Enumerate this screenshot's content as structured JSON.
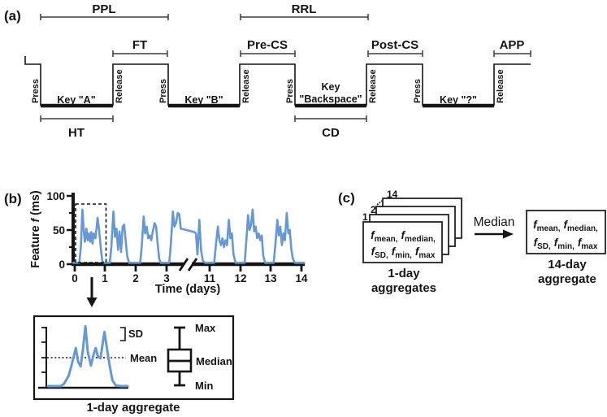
{
  "panel_a": {
    "label": "(a)",
    "press": "Press",
    "release": "Release",
    "press_color": "#00A14D",
    "release_color": "#ED3237",
    "key_a": "Key \"A\"",
    "key_b": "Key \"B\"",
    "key_bs_1": "Key",
    "key_bs_2": "\"Backspace\"",
    "key_q": "Key \"?\"",
    "ppl": "PPL",
    "rrl": "RRL",
    "ft": "FT",
    "pre_cs": "Pre-CS",
    "post_cs": "Post-CS",
    "app": "APP",
    "ht": "HT",
    "cd": "CD"
  },
  "panel_b": {
    "label": "(b)",
    "ylabel_pre": "Feature",
    "ylabel_f": "f",
    "ylabel_post": "(ms)",
    "xlabel": "Time (days)",
    "yticks": [
      "100",
      "50",
      "0"
    ],
    "xticks": [
      "0",
      "1",
      "2",
      "3",
      "11",
      "12",
      "13",
      "14"
    ],
    "curve_color": "#6598D4",
    "inset": {
      "sd": "SD",
      "mean": "Mean",
      "max": "Max",
      "median": "Median",
      "min": "Min",
      "caption": "1-day aggregate"
    }
  },
  "panel_c": {
    "label": "(c)",
    "n1": "1",
    "n2": "2",
    "dots": "...",
    "n14": "14",
    "median_label": "Median",
    "f": "f",
    "sub_mean": "mean,",
    "sub_median": "median,",
    "sub_sd": "SD,",
    "sub_min": "min,",
    "sub_max": "max",
    "left_caption_1": "1-day",
    "left_caption_2": "aggregates",
    "right_caption_1": "14-day",
    "right_caption_2": "aggregate"
  },
  "chart_data": {
    "type": "line",
    "title": "",
    "xlabel": "Time (days)",
    "ylabel": "Feature f (ms)",
    "ylim": [
      0,
      100
    ],
    "yticks": [
      0,
      50,
      100
    ],
    "xticks": [
      0,
      1,
      2,
      3,
      11,
      12,
      13,
      14
    ],
    "x_axis_break": [
      3.5,
      10.5
    ],
    "grid": false,
    "legend": false,
    "series_name": "Feature f",
    "points": [
      [
        -0.05,
        2
      ],
      [
        0.15,
        2
      ],
      [
        0.2,
        25
      ],
      [
        0.25,
        80
      ],
      [
        0.3,
        45
      ],
      [
        0.33,
        33
      ],
      [
        0.38,
        52
      ],
      [
        0.42,
        35
      ],
      [
        0.46,
        45
      ],
      [
        0.5,
        33
      ],
      [
        0.54,
        47
      ],
      [
        0.58,
        30
      ],
      [
        0.62,
        45
      ],
      [
        0.68,
        38
      ],
      [
        0.75,
        68
      ],
      [
        0.8,
        50
      ],
      [
        0.85,
        25
      ],
      [
        0.9,
        5
      ],
      [
        0.95,
        2
      ],
      [
        1.15,
        2
      ],
      [
        1.2,
        25
      ],
      [
        1.27,
        77
      ],
      [
        1.32,
        40
      ],
      [
        1.37,
        52
      ],
      [
        1.42,
        21
      ],
      [
        1.47,
        48
      ],
      [
        1.52,
        18
      ],
      [
        1.57,
        55
      ],
      [
        1.62,
        58
      ],
      [
        1.67,
        35
      ],
      [
        1.72,
        12
      ],
      [
        1.78,
        2
      ],
      [
        2.15,
        2
      ],
      [
        2.2,
        27
      ],
      [
        2.26,
        70
      ],
      [
        2.31,
        45
      ],
      [
        2.36,
        55
      ],
      [
        2.41,
        38
      ],
      [
        2.46,
        42
      ],
      [
        2.51,
        35
      ],
      [
        2.56,
        48
      ],
      [
        2.62,
        60
      ],
      [
        2.67,
        55
      ],
      [
        2.72,
        30
      ],
      [
        2.77,
        8
      ],
      [
        2.82,
        2
      ],
      [
        3.1,
        2
      ],
      [
        3.15,
        27
      ],
      [
        3.22,
        77
      ],
      [
        3.27,
        55
      ],
      [
        3.32,
        60
      ],
      [
        3.38,
        75
      ],
      [
        3.43,
        73
      ],
      [
        3.48,
        52
      ],
      [
        10.5,
        47
      ],
      [
        10.55,
        45
      ],
      [
        10.6,
        14
      ],
      [
        10.66,
        65
      ],
      [
        10.72,
        20
      ],
      [
        10.78,
        5
      ],
      [
        10.85,
        2
      ],
      [
        11.15,
        2
      ],
      [
        11.2,
        26
      ],
      [
        11.27,
        55
      ],
      [
        11.32,
        35
      ],
      [
        11.37,
        28
      ],
      [
        11.42,
        38
      ],
      [
        11.47,
        25
      ],
      [
        11.52,
        35
      ],
      [
        11.57,
        28
      ],
      [
        11.63,
        65
      ],
      [
        11.68,
        38
      ],
      [
        11.73,
        45
      ],
      [
        11.78,
        15
      ],
      [
        11.85,
        2
      ],
      [
        12.15,
        2
      ],
      [
        12.2,
        32
      ],
      [
        12.26,
        72
      ],
      [
        12.31,
        50
      ],
      [
        12.36,
        58
      ],
      [
        12.41,
        80
      ],
      [
        12.46,
        48
      ],
      [
        12.51,
        55
      ],
      [
        12.56,
        38
      ],
      [
        12.61,
        45
      ],
      [
        12.66,
        35
      ],
      [
        12.71,
        42
      ],
      [
        12.76,
        12
      ],
      [
        12.82,
        2
      ],
      [
        13.1,
        2
      ],
      [
        13.16,
        30
      ],
      [
        13.22,
        65
      ],
      [
        13.27,
        42
      ],
      [
        13.32,
        55
      ],
      [
        13.37,
        28
      ],
      [
        13.42,
        45
      ],
      [
        13.47,
        35
      ],
      [
        13.53,
        75
      ],
      [
        13.58,
        45
      ],
      [
        13.63,
        50
      ],
      [
        13.68,
        22
      ],
      [
        13.73,
        8
      ],
      [
        13.8,
        2
      ],
      [
        14.1,
        2
      ]
    ],
    "inset_points": [
      [
        0,
        0
      ],
      [
        0.16,
        0
      ],
      [
        0.2,
        3
      ],
      [
        0.26,
        14
      ],
      [
        0.3,
        30
      ],
      [
        0.35,
        52
      ],
      [
        0.38,
        33
      ],
      [
        0.41,
        27
      ],
      [
        0.44,
        50
      ],
      [
        0.47,
        82
      ],
      [
        0.5,
        47
      ],
      [
        0.54,
        28
      ],
      [
        0.57,
        42
      ],
      [
        0.6,
        52
      ],
      [
        0.63,
        40
      ],
      [
        0.66,
        38
      ],
      [
        0.69,
        60
      ],
      [
        0.71,
        74
      ],
      [
        0.74,
        52
      ],
      [
        0.78,
        25
      ],
      [
        0.81,
        8
      ],
      [
        0.85,
        1
      ],
      [
        0.92,
        0
      ],
      [
        1,
        0
      ]
    ],
    "inset_annotations": [
      "SD",
      "Mean",
      "Max",
      "Median",
      "Min"
    ],
    "inset_caption": "1-day aggregate"
  }
}
